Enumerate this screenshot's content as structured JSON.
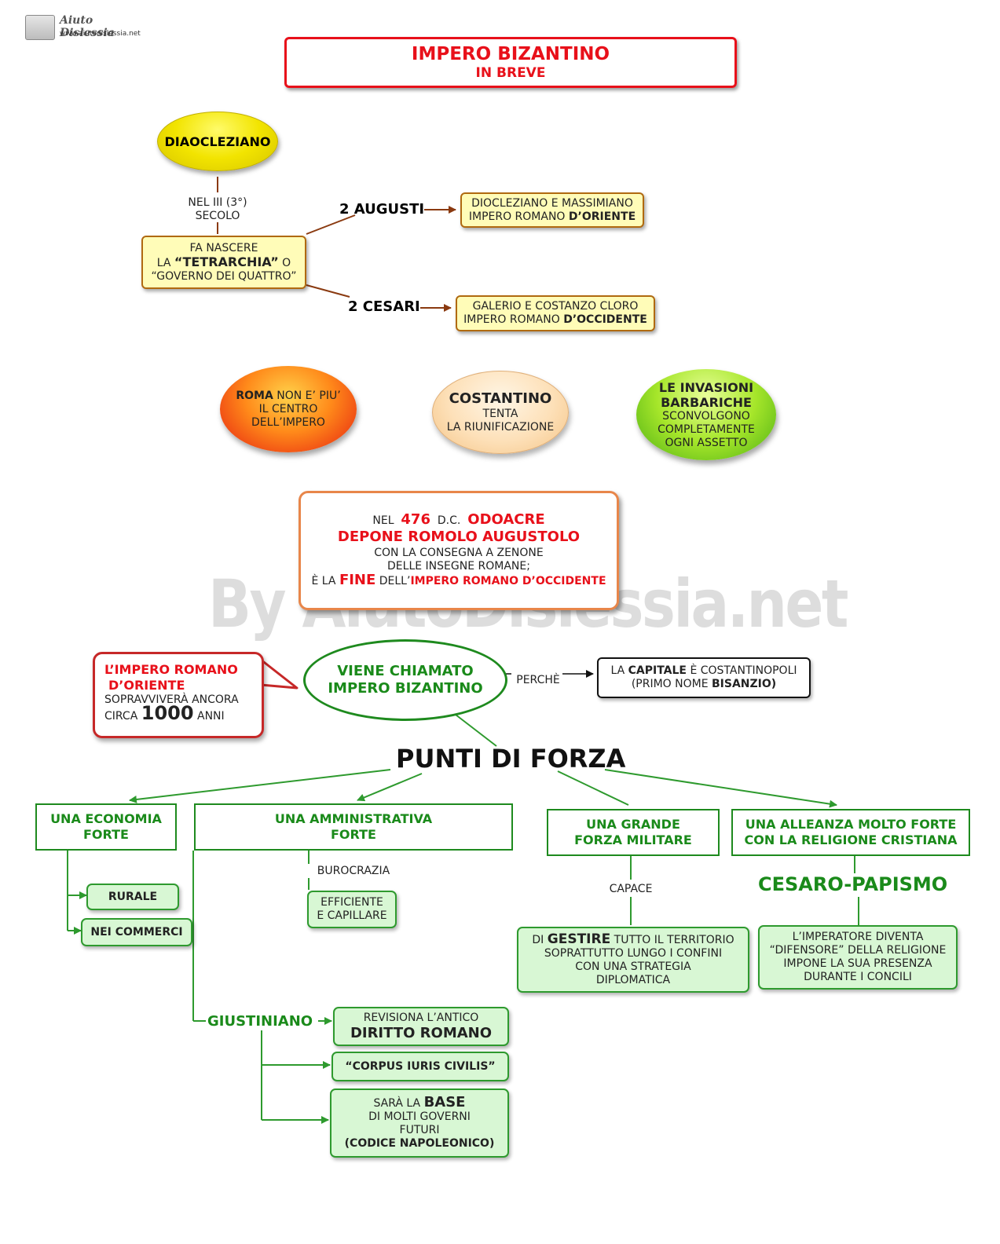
{
  "logo": {
    "title": "Aiuto Dislessia",
    "url": "www.aiutodislessia.net"
  },
  "watermark": "By AiutoDislessia.net",
  "title": {
    "line1": "IMPERO BIZANTINO",
    "line2": "IN  BREVE"
  },
  "diocleziano": {
    "name": "DIAOCLEZIANO",
    "when_line1": "NEL III (3°)",
    "when_line2": "SECOLO",
    "action_line1": "FA NASCERE",
    "action_pre": "LA ",
    "action_bold": "“TETRARCHIA”",
    "action_post": " O",
    "action_line3": "“GOVERNO DEI QUATTRO”",
    "augusti_label": "2 AUGUSTI",
    "augusti_line1": "DIOCLEZIANO E MASSIMIANO",
    "augusti_line2_pre": "IMPERO ROMANO ",
    "augusti_line2_bold": "D’ORIENTE",
    "cesari_label": "2 CESARI",
    "cesari_line1": "GALERIO E COSTANZO CLORO",
    "cesari_line2_pre": "IMPERO ROMANO ",
    "cesari_line2_bold": "D’OCCIDENTE"
  },
  "ovals": {
    "roma_bold": "ROMA",
    "roma_rest": " NON E’ PIU’",
    "roma_line2": "IL CENTRO",
    "roma_line3": "DELL’IMPERO",
    "costantino_title": "COSTANTINO",
    "costantino_line2": "TENTA",
    "costantino_line3": "LA RIUNIFICAZIONE",
    "invasioni_line1": "LE INVASIONI",
    "invasioni_line2": "BARBARICHE",
    "invasioni_line3": "SCONVOLGONO",
    "invasioni_line4": "COMPLETAMENTE",
    "invasioni_line5": "OGNI ASSETTO"
  },
  "odoacre": {
    "nel": "NEL",
    "year": "476",
    "dc": "D.C.",
    "name": "ODOACRE",
    "line2": "DEPONE  ROMOLO  AUGUSTOLO",
    "line3": "CON  LA  CONSEGNA  A  ZENONE",
    "line4": "DELLE INSEGNE ROMANE;",
    "line5_a": "È LA ",
    "line5_fine": "FINE",
    "line5_b": " DELL’",
    "line5_c": "IMPERO ROMANO D’OCCIDENTE"
  },
  "oriente_callout": {
    "line1": "L’IMPERO ROMANO",
    "line2": "D’ORIENTE",
    "line3": "SOPRAVVIVERÀ ANCORA",
    "circa": "CIRCA",
    "years": "1000",
    "anni": "ANNI"
  },
  "bizantino": {
    "line1": "VIENE CHIAMATO",
    "line2": "IMPERO BIZANTINO",
    "perche": "PERCHÈ",
    "capitale_a": "LA ",
    "capitale_b": "CAPITALE",
    "capitale_c": " È COSTANTINOPOLI",
    "capitale_line2_a": "(PRIMO NOME ",
    "capitale_line2_b": "BISANZIO)"
  },
  "punti": {
    "title": "PUNTI DI FORZA",
    "economia_line1": "UNA ECONOMIA",
    "economia_line2": "FORTE",
    "rurale": "RURALE",
    "commerci": "NEI COMMERCI",
    "amm_line1": "UNA AMMINISTRATIVA",
    "amm_line2": "FORTE",
    "burocrazia": "BUROCRAZIA",
    "efficiente_line1": "EFFICIENTE",
    "efficiente_line2": "E CAPILLARE",
    "militare_line1": "UNA GRANDE",
    "militare_line2": "FORZA MILITARE",
    "capace": "CAPACE",
    "gestire_a": "DI ",
    "gestire_b": "GESTIRE",
    "gestire_c": " TUTTO IL TERRITORIO",
    "gestire_line2": "SOPRATTUTTO LUNGO I CONFINI",
    "gestire_line3": "CON UNA STRATEGIA",
    "gestire_line4": "DIPLOMATICA",
    "alleanza_line1": "UNA ALLEANZA MOLTO FORTE",
    "alleanza_line2": "CON LA RELIGIONE CRISTIANA",
    "cesaropapismo": "CESARO-PAPISMO",
    "imperatore_line1": "L’IMPERATORE DIVENTA",
    "imperatore_line2": "“DIFENSORE” DELLA RELIGIONE",
    "imperatore_line3": "IMPONE LA SUA PRESENZA",
    "imperatore_line4": "DURANTE I CONCILI",
    "giustiniano": "GIUSTINIANO",
    "revisiona_line1": "REVISIONA L’ANTICO",
    "revisiona_line2": "DIRITTO ROMANO",
    "corpus": "“CORPUS IURIS CIVILIS”",
    "base_a": "SARÀ LA ",
    "base_b": "BASE",
    "base_line2": "DI MOLTI GOVERNI",
    "base_line3": "FUTURI",
    "base_line4": "(CODICE NAPOLEONICO)"
  }
}
